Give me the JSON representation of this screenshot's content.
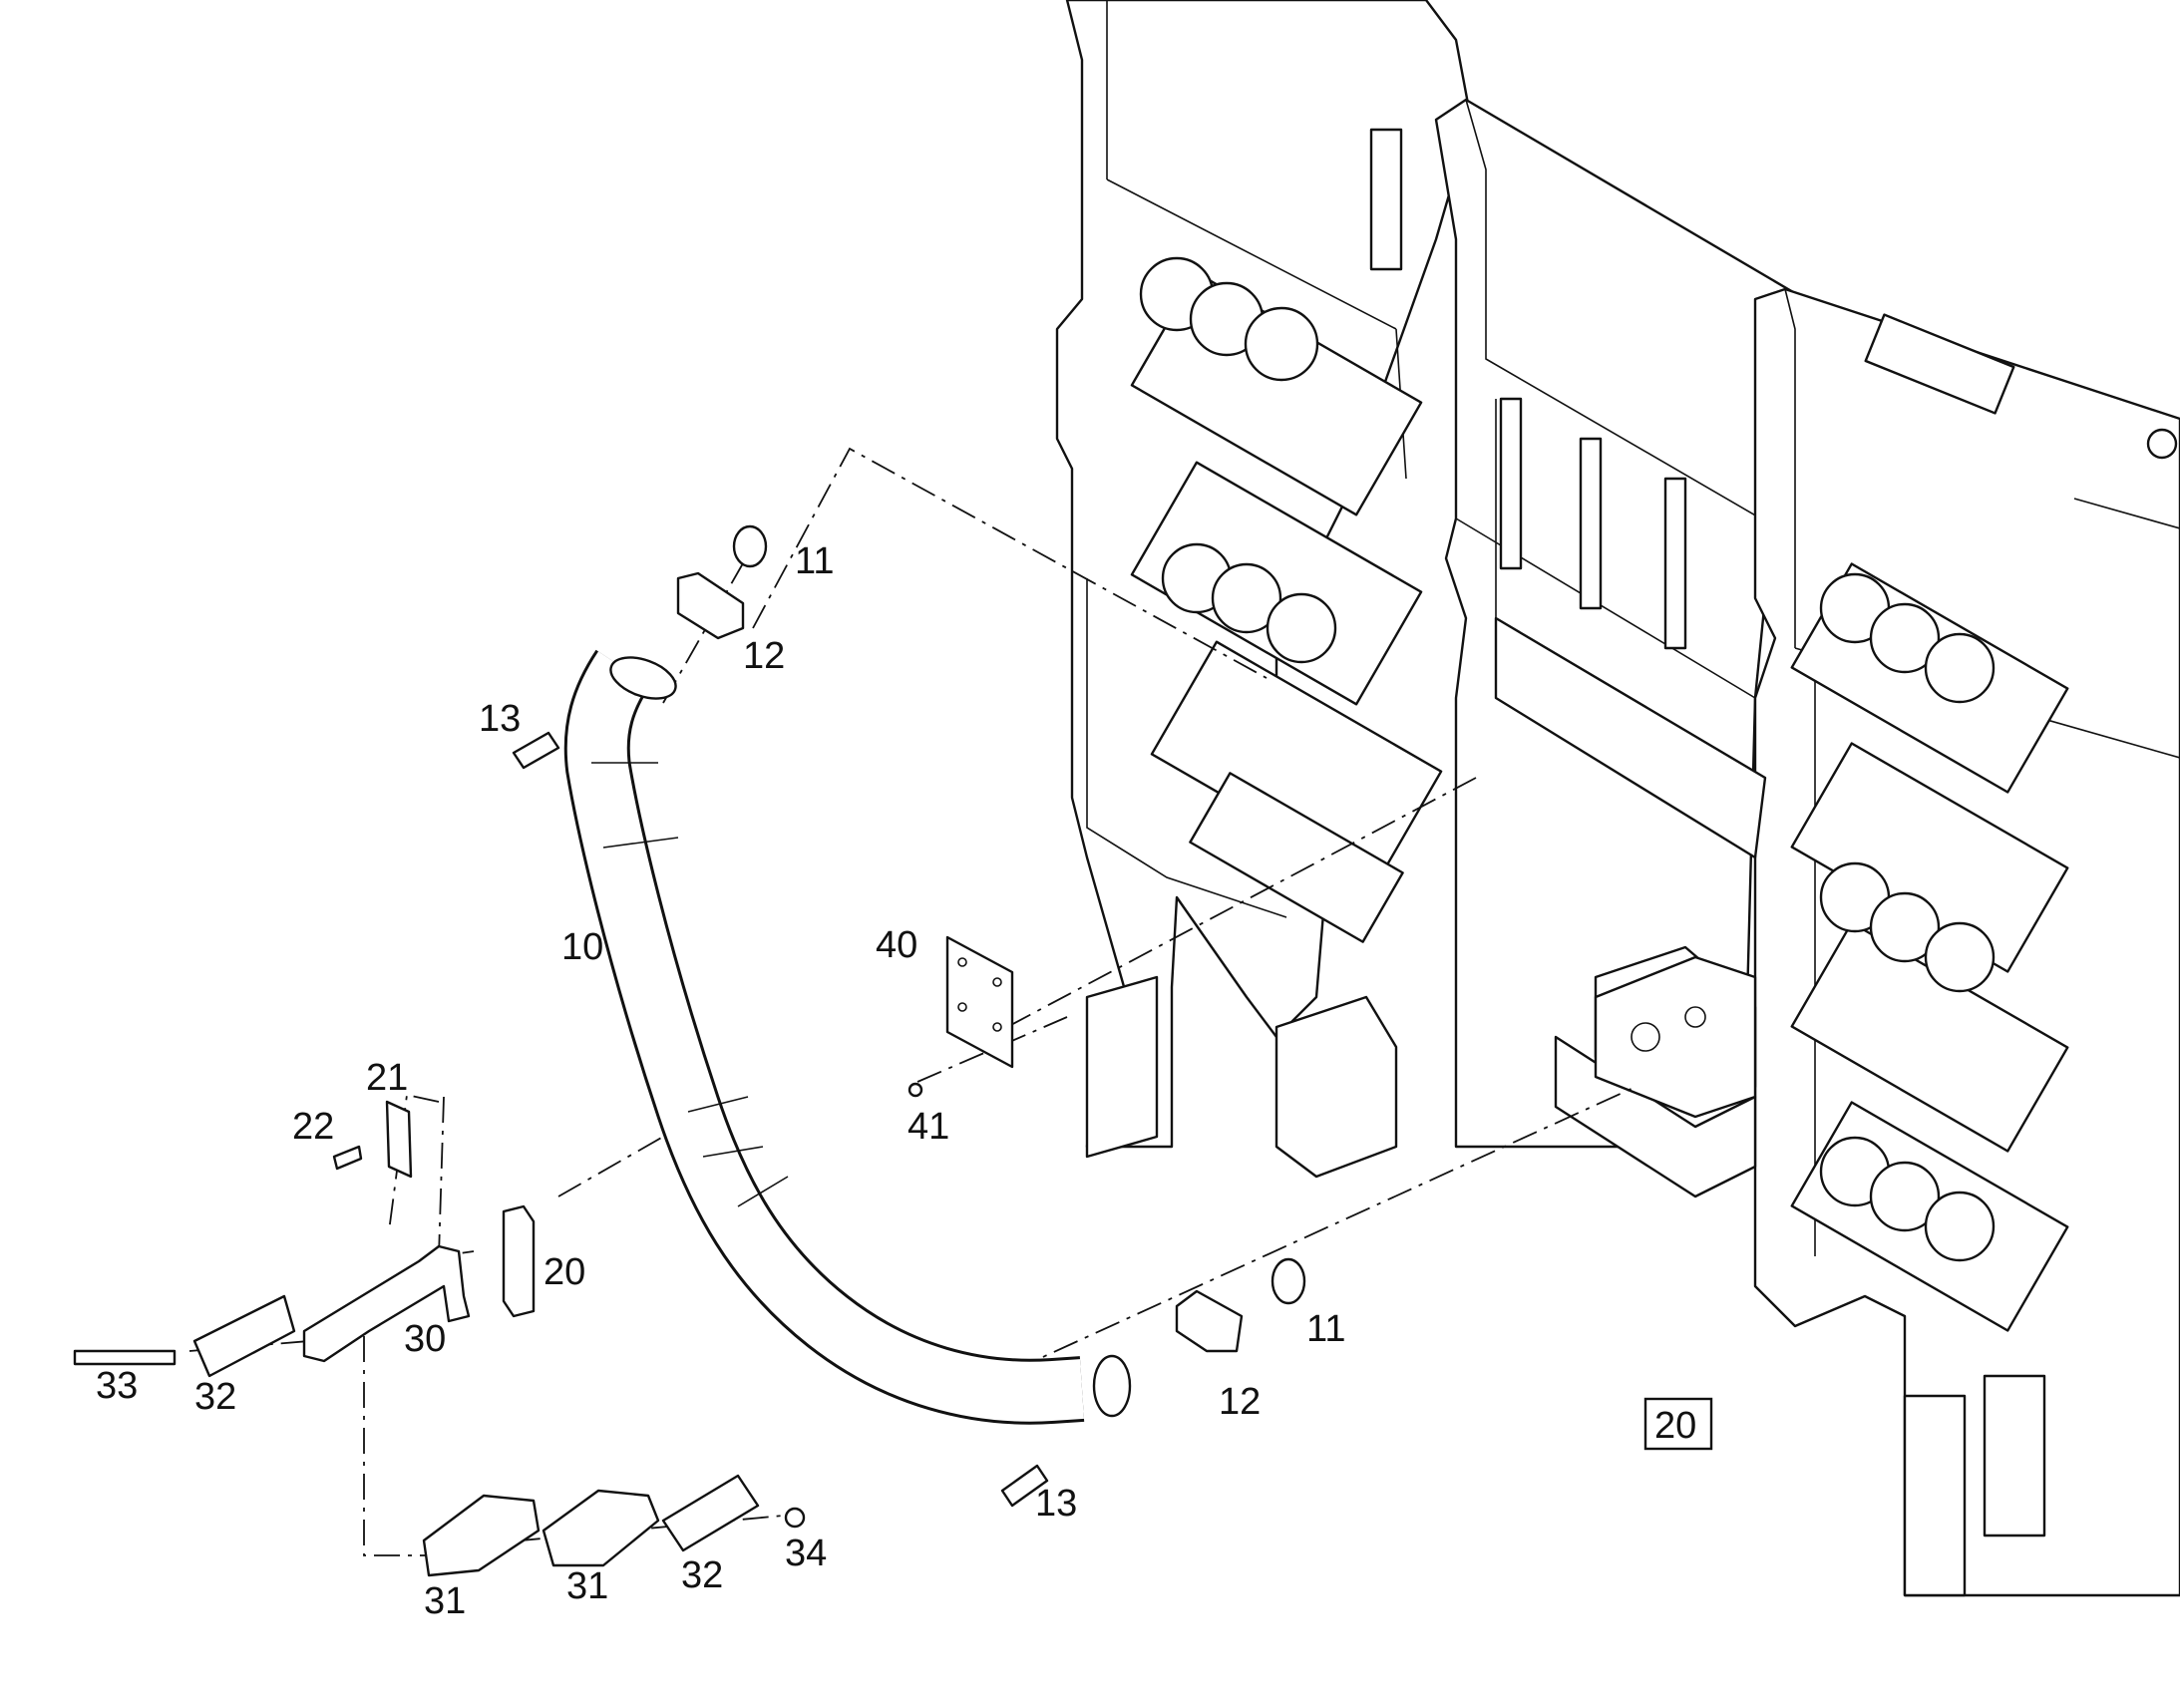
{
  "callouts": [
    {
      "id": "c11a",
      "text": "11"
    },
    {
      "id": "c12a",
      "text": "12"
    },
    {
      "id": "c13a",
      "text": "13"
    },
    {
      "id": "c10",
      "text": "10"
    },
    {
      "id": "c40",
      "text": "40"
    },
    {
      "id": "c41",
      "text": "41"
    },
    {
      "id": "c21",
      "text": "21"
    },
    {
      "id": "c22",
      "text": "22"
    },
    {
      "id": "c20",
      "text": "20"
    },
    {
      "id": "c30",
      "text": "30"
    },
    {
      "id": "c33",
      "text": "33"
    },
    {
      "id": "c32a",
      "text": "32"
    },
    {
      "id": "c11b",
      "text": "11"
    },
    {
      "id": "c12b",
      "text": "12"
    },
    {
      "id": "c13b",
      "text": "13"
    },
    {
      "id": "c31a",
      "text": "31"
    },
    {
      "id": "c31b",
      "text": "31"
    },
    {
      "id": "c32b",
      "text": "32"
    },
    {
      "id": "c34",
      "text": "34"
    }
  ],
  "reference_box": {
    "text": "20"
  }
}
